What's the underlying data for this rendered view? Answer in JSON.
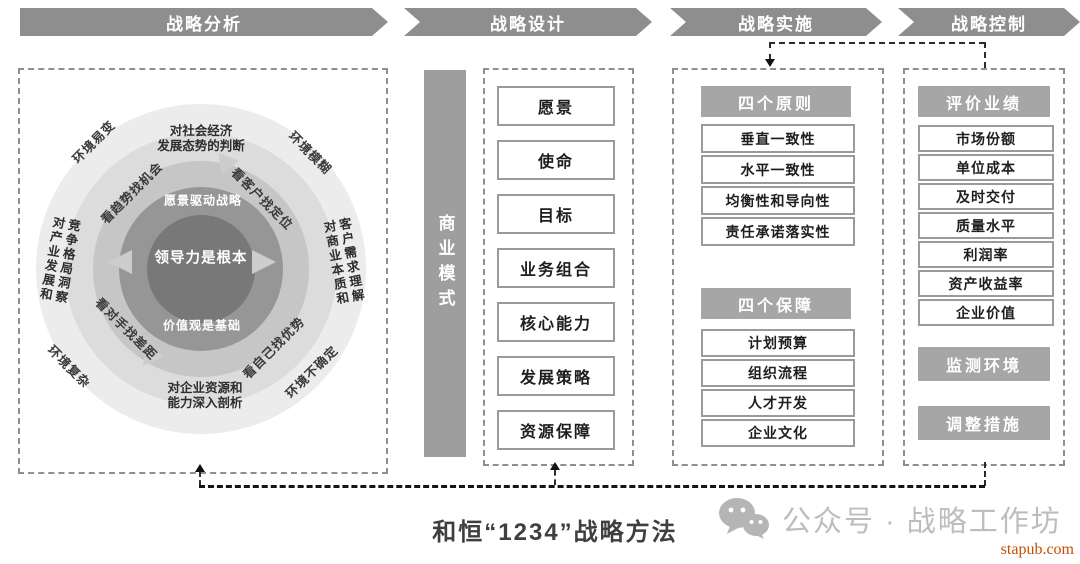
{
  "colors": {
    "step_bar": "#8e8e8e",
    "section_header": "#a6a6a6",
    "site_link": "#c64f00"
  },
  "header": {
    "steps": [
      "战略分析",
      "战略设计",
      "战略实施",
      "战略控制"
    ]
  },
  "analysis_circle": {
    "env_labels": {
      "top_left": "环境易变",
      "top_right": "环境模糊",
      "bottom_right": "环境不确定",
      "bottom_left": "环境复杂"
    },
    "radial_labels": {
      "top": "对社会经济\n发展态势的判断",
      "right": "对商业本质和\n客户需求理解",
      "bottom": "对企业资源和\n能力深入剖析",
      "left": "对产业发展和\n竞争格局洞察"
    },
    "ring_labels": {
      "top_left": "看趋势找机会",
      "top_right": "看客户找定位",
      "bottom_right": "看自己找优势",
      "bottom_left": "看对手找差距"
    },
    "inner_top": "愿景驱动战略",
    "inner_bottom": "价值观是基础",
    "center": "领导力是根本"
  },
  "design": {
    "side_label": "商业模式",
    "items": [
      "愿景",
      "使命",
      "目标",
      "业务组合",
      "核心能力",
      "发展策略",
      "资源保障"
    ]
  },
  "implementation": {
    "principles": {
      "title": "四个原则",
      "items": [
        "垂直一致性",
        "水平一致性",
        "均衡性和导向性",
        "责任承诺落实性"
      ]
    },
    "safeguards": {
      "title": "四个保障",
      "items": [
        "计划预算",
        "组织流程",
        "人才开发",
        "企业文化"
      ]
    }
  },
  "control": {
    "evaluate": {
      "title": "评价业绩",
      "items": [
        "市场份额",
        "单位成本",
        "及时交付",
        "质量水平",
        "利润率",
        "资产收益率",
        "企业价值"
      ]
    },
    "monitor": "监测环境",
    "adjust": "调整措施"
  },
  "footer": {
    "title": "和恒“1234”战略方法",
    "watermark": "公众号 · 战略工作坊",
    "site": "stapub.com"
  }
}
